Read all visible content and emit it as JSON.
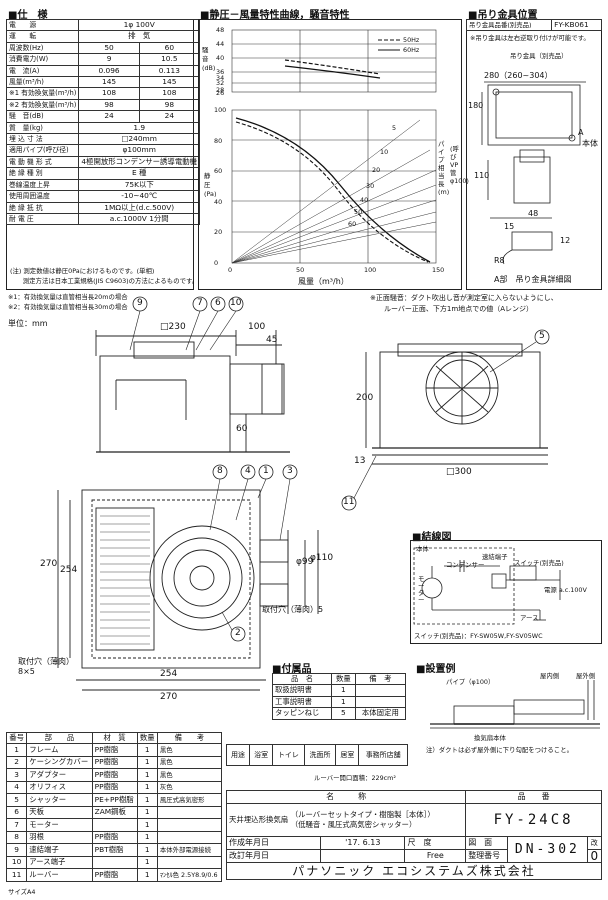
{
  "spec": {
    "title": "■仕　様",
    "rows": [
      {
        "label": "電　　源",
        "v1": "1φ 100V",
        "v2": ""
      },
      {
        "label": "運　　転",
        "v1": "排　気",
        "v2": ""
      },
      {
        "label": "周波数(Hz)",
        "v1": "50",
        "v2": "60"
      },
      {
        "label": "消費電力(W)",
        "v1": "9",
        "v2": "10.5"
      },
      {
        "label": "電　流(A)",
        "v1": "0.096",
        "v2": "0.113"
      },
      {
        "label": "風量(m³/h)",
        "v1": "145",
        "v2": "145"
      },
      {
        "label": "※1 有効換気量(m³/h)",
        "v1": "108",
        "v2": "108"
      },
      {
        "label": "※2 有効換気量(m³/h)",
        "v1": "98",
        "v2": "98"
      },
      {
        "label": "騒　音(dB)",
        "v1": "24",
        "v2": "24"
      },
      {
        "label": "質　量(kg)",
        "v1": "1.9",
        "v2": ""
      },
      {
        "label": "埋 込 寸 法",
        "v1": "□240mm",
        "v2": ""
      },
      {
        "label": "適用パイプ(呼び径)",
        "v1": "φ100mm",
        "v2": ""
      },
      {
        "label": "電 動 機 形 式",
        "v1": "4極開放形コンデンサー誘導電動機",
        "v2": ""
      },
      {
        "label": "絶 縁 種 別",
        "v1": "E 種",
        "v2": ""
      },
      {
        "label": "巻線温度上昇",
        "v1": "75K以下",
        "v2": ""
      },
      {
        "label": "使用周囲温度",
        "v1": "-10~40℃",
        "v2": ""
      },
      {
        "label": "絶 縁 抵 抗",
        "v1": "1MΩ以上(d.c.500V)",
        "v2": ""
      },
      {
        "label": "耐 電 圧",
        "v1": "a.c.1000V 1分間",
        "v2": ""
      }
    ],
    "notes": [
      "(注) 測定数値は静圧0Paにおけるものです。(単相)",
      "　　測定方法は日本工業規格(JIS C9603)の方法によるものです。"
    ],
    "footnotes": [
      "※1：有効換気量は直管相当長20mの場合",
      "※2：有効換気量は直管相当長30mの場合"
    ],
    "unit": "単位：mm"
  },
  "curve": {
    "title": "■静圧－風量特性曲線，騒音特性",
    "noise_label": "騒音(dB)",
    "noise_ticks": [
      "48",
      "44",
      "40",
      "36",
      "34",
      "32",
      "28",
      "26"
    ],
    "legend_50": "50Hz",
    "legend_60": "60Hz",
    "pressure_label": "静圧(Pa)",
    "pressure_ticks": [
      "100",
      "80",
      "60",
      "40",
      "20",
      "0"
    ],
    "flow_ticks": [
      "0",
      "50",
      "100",
      "150"
    ],
    "flow_label": "風量（m³/h）",
    "pipe_label": "パイプ相当長(m)",
    "pipe_label2": "(呼びVP管φ100)",
    "pipe_nums": [
      "5",
      "10",
      "20",
      "30",
      "40",
      "50",
      "60"
    ]
  },
  "hanger": {
    "title": "■吊り金具位置",
    "part_label": "吊り金具品番(別売品)",
    "part_no": "FY-KB061",
    "note": "※吊り金具は左右逆取り付けが可能です。",
    "hanger_label": "吊り金具（別売品）",
    "dim_280": "280（260~304）",
    "dim_180": "180",
    "body": "本体",
    "a_label": "A",
    "dim_110": "110",
    "dim_48": "48",
    "dim_15": "15",
    "dim_12": "12",
    "dim_r8": "R8",
    "detail_label": "A部　吊り金具詳細図"
  },
  "note_front": "※正面騒音：ダクト吹出し音が測定室に入らないようにし、\n　　ルーバー正面、下方1m地点での値（Aレンジ）",
  "side_view": {
    "dim_230": "□230",
    "dim_100": "100",
    "dim_45": "45",
    "dim_60": "60",
    "dim_200": "200",
    "dim_13": "13",
    "dim_300": "□300",
    "callouts": [
      "9",
      "7",
      "6",
      "10",
      "5",
      "11"
    ]
  },
  "plan_view": {
    "dim_270v": "270",
    "dim_254v": "254",
    "dim_254h": "254",
    "dim_270h": "270",
    "dim_99": "φ99",
    "dim_110": "φ110",
    "mount_hole": "取付穴（薄肉）5",
    "mount_hole2": "取付穴（薄肉）",
    "mount_hole2b": "8×5",
    "callouts": [
      "8",
      "4",
      "1",
      "3",
      "2"
    ]
  },
  "wiring": {
    "title": "■結線図",
    "body": "本体",
    "terminal": "速結端子",
    "capacitor": "コンデンサー",
    "motor": "モーター",
    "switch": "スイッチ(別売品)",
    "power": "電源 a.c.100V",
    "earth": "アース",
    "switch_part": "スイッチ(別売品)：FY-SW05W,FY-SV05WC"
  },
  "accessories": {
    "title": "■付属品",
    "headers": [
      "品　名",
      "数量",
      "備　考"
    ],
    "rows": [
      {
        "name": "取扱説明書",
        "qty": "1",
        "note": ""
      },
      {
        "name": "工事説明書",
        "qty": "1",
        "note": ""
      },
      {
        "name": "タッピンねじ",
        "qty": "5",
        "note": "本体固定用"
      }
    ]
  },
  "install": {
    "title": "■設置例",
    "pipe": "パイプ（φ100）",
    "hood": "屋内側",
    "outdoor": "屋外側",
    "body": "換気扇本体"
  },
  "duct_note": "注）ダクトは必ず屋外側に下り勾配をつけること。",
  "usage": {
    "items": [
      "用途",
      "浴室",
      "トイレ",
      "洗面所",
      "居室",
      "事務所店舗"
    ],
    "opening": "ルーバー開口面積：229cm²"
  },
  "parts": {
    "headers": [
      "番号",
      "部　　品",
      "材　質",
      "数量",
      "備　　考"
    ],
    "rows": [
      {
        "no": "1",
        "name": "フレーム",
        "mat": "PP樹脂",
        "qty": "1",
        "note": "黒色"
      },
      {
        "no": "2",
        "name": "ケーシングカバー",
        "mat": "PP樹脂",
        "qty": "1",
        "note": "黒色"
      },
      {
        "no": "3",
        "name": "アダプター",
        "mat": "PP樹脂",
        "qty": "1",
        "note": "黒色"
      },
      {
        "no": "4",
        "name": "オリフィス",
        "mat": "PP樹脂",
        "qty": "1",
        "note": "灰色"
      },
      {
        "no": "5",
        "name": "シャッター",
        "mat": "PE+PP樹脂",
        "qty": "1",
        "note": "風圧式高気密形"
      },
      {
        "no": "6",
        "name": "天板",
        "mat": "ZAM鋼板",
        "qty": "1",
        "note": ""
      },
      {
        "no": "7",
        "name": "モーター",
        "mat": "",
        "qty": "1",
        "note": ""
      },
      {
        "no": "8",
        "name": "羽根",
        "mat": "PP樹脂",
        "qty": "1",
        "note": ""
      },
      {
        "no": "9",
        "name": "速結端子",
        "mat": "PBT樹脂",
        "qty": "1",
        "note": "本体外部電源接続"
      },
      {
        "no": "10",
        "name": "アース端子",
        "mat": "",
        "qty": "1",
        "note": ""
      },
      {
        "no": "11",
        "name": "ルーバー",
        "mat": "PP樹脂",
        "qty": "1",
        "note": "ﾏﾝｾﾙ色 2.5Y8.9/0.6"
      }
    ]
  },
  "titleblock": {
    "name_h": "名　　　称",
    "part_h": "品　　番",
    "name1": "天井埋込形換気扇",
    "name2": "（ルーバーセットタイプ・樹脂製［本体］）",
    "name3": "（低騒音・風圧式高気密シャッター）",
    "part_no": "FY-24C8",
    "made_label": "作成年月日",
    "made_date": "'17. 6.13",
    "scale_label": "尺　度",
    "scale": "Free",
    "drawing_label": "図　面",
    "drawing_no_label": "整理番号",
    "drawing_no": "DN-302",
    "revised_label": "改訂年月日",
    "rev_label": "改",
    "rev": "0",
    "company": "パナソニック エコシステムズ株式会社"
  },
  "footer": "サイズA4"
}
